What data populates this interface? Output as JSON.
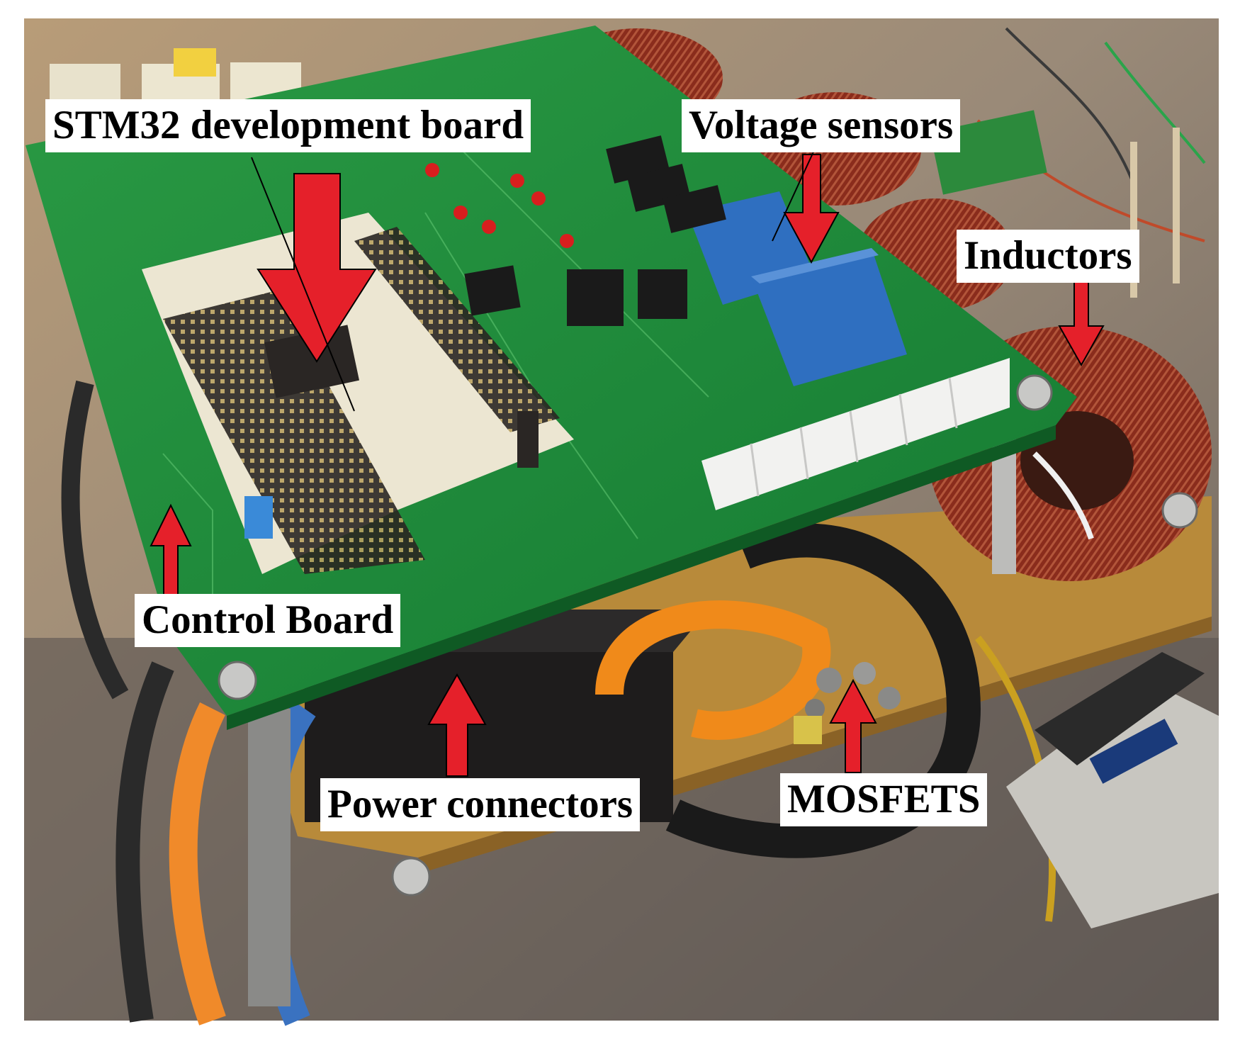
{
  "labels": {
    "stm32": "STM32 development board",
    "voltage_sensors": "Voltage sensors",
    "inductors": "Inductors",
    "control_board": "Control Board",
    "power_connectors": "Power connectors",
    "mosfets": "MOSFETS"
  },
  "colors": {
    "arrow_red": "#e5202a",
    "pcb_green": "#1f8a3a",
    "copper": "#8a2a1a",
    "sensor_blue": "#2f6fc0",
    "label_bg": "#ffffff",
    "label_text": "#000000"
  }
}
